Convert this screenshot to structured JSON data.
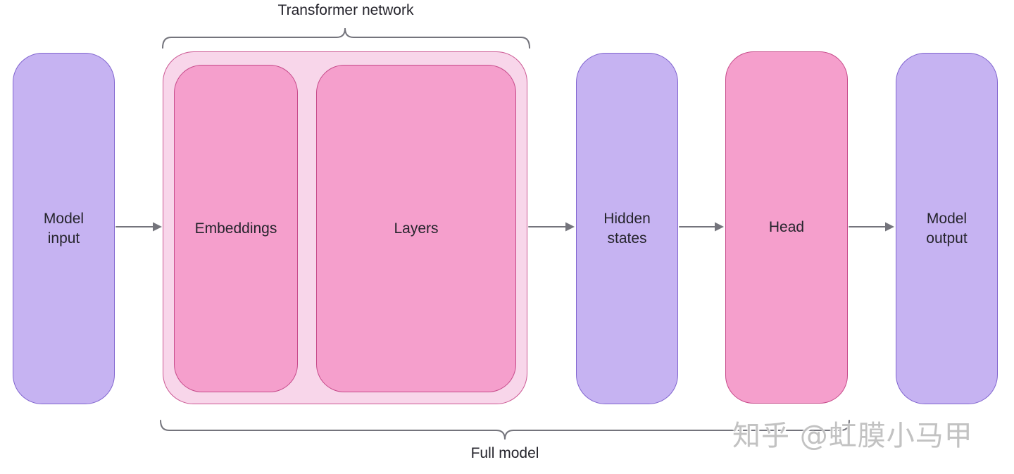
{
  "diagram": {
    "top_label": "Transformer network",
    "bottom_label": "Full model",
    "nodes": {
      "model_input": "Model input",
      "embeddings": "Embeddings",
      "layers": "Layers",
      "hidden_states": "Hidden states",
      "head": "Head",
      "model_output": "Model output"
    }
  },
  "watermark": "知乎 @虹膜小马甲",
  "colors": {
    "purple-fill": "#c6b3f2",
    "purple-border": "#8165cf",
    "pink-group-fill": "#f8d6ea",
    "pink-group-border": "#cb5793",
    "pink-fill": "#f59fcc",
    "pink-border": "#c64a8a",
    "connector": "#74747c",
    "text": "#25242c",
    "watermark": "#c2c2c2"
  }
}
